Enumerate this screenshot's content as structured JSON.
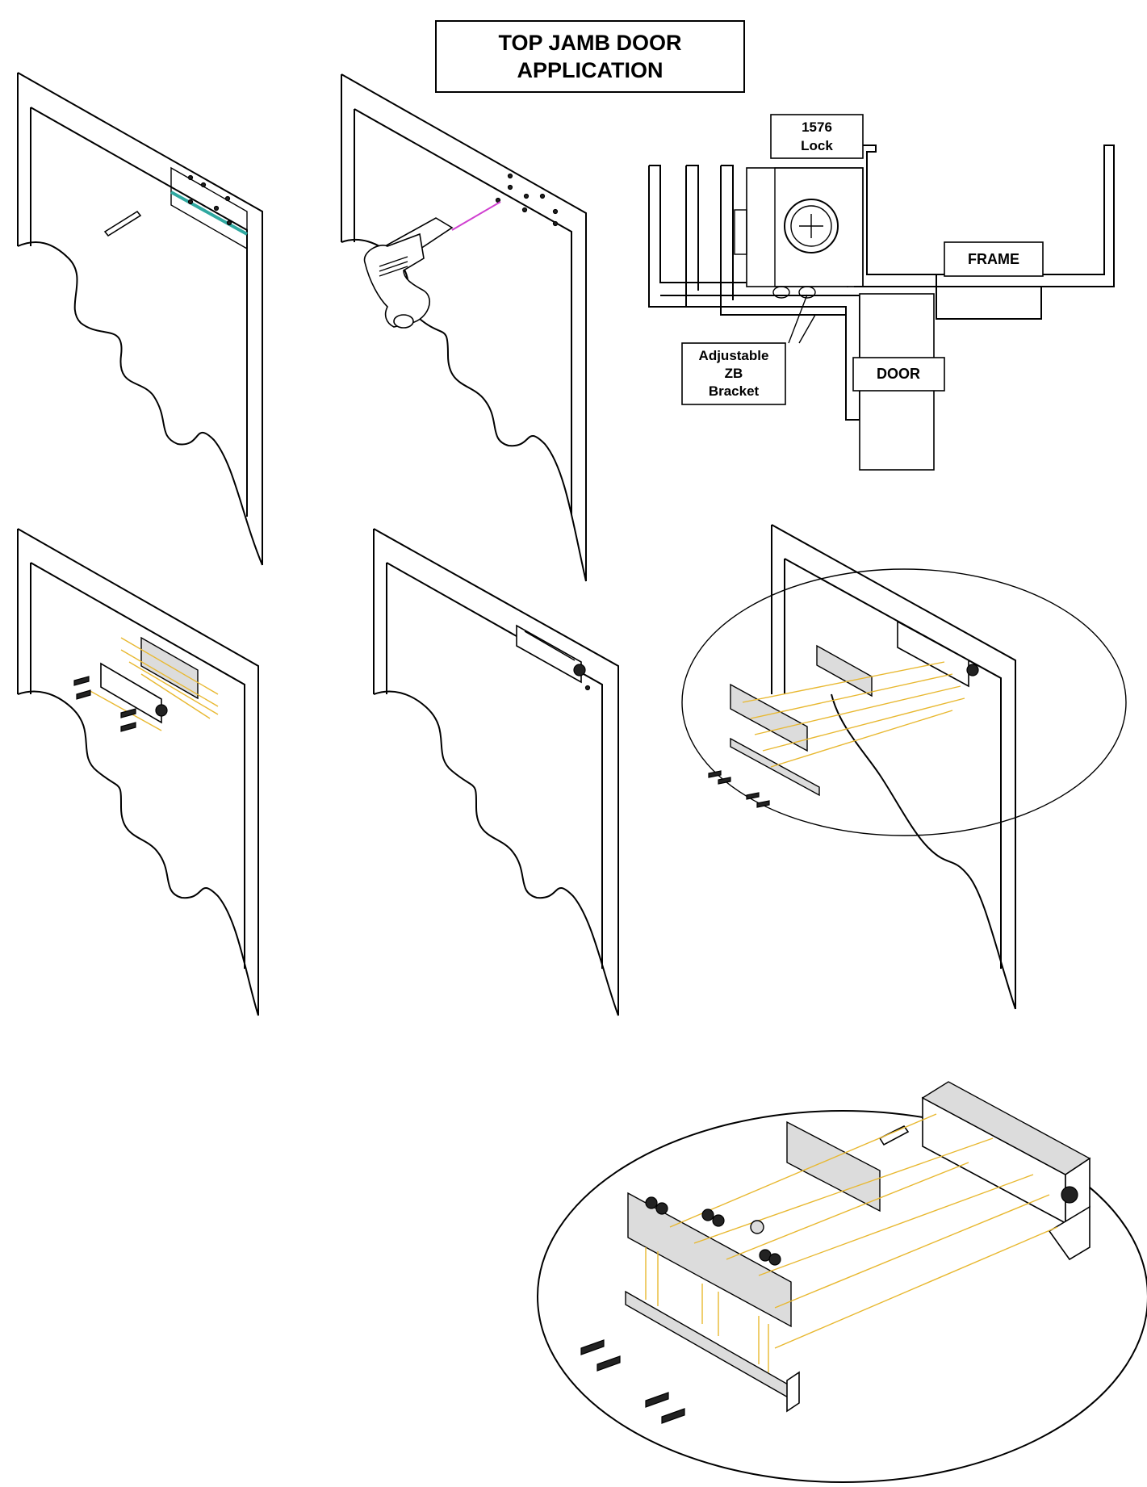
{
  "title": {
    "line1": "TOP JAMB DOOR",
    "line2": "APPLICATION"
  },
  "section_labels": {
    "lock": {
      "line1": "1576",
      "line2": "Lock"
    },
    "frame": "FRAME",
    "door": "DOOR",
    "bracket": {
      "line1": "Adjustable",
      "line2": "ZB",
      "line3": "Bracket"
    }
  },
  "colors": {
    "line": "#000000",
    "guide_lines": "#e8b830",
    "template_strip": "#2fa8a0",
    "drill_bit": "#d040d0",
    "part_fill": "#dcdcdc"
  },
  "icons": [
    "drill-icon",
    "pencil-icon",
    "screw-icon",
    "magnet-lock-icon"
  ]
}
